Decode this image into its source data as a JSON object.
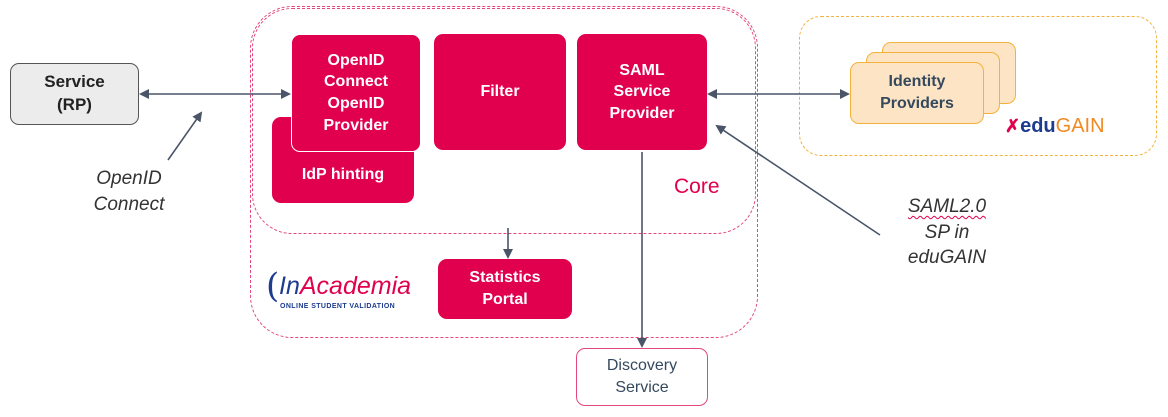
{
  "service": {
    "label": "Service\n(RP)"
  },
  "openid_connect_label": "OpenID\nConnect",
  "components": {
    "openid_provider": "OpenID\nConnect\nOpenID\nProvider",
    "idp_hinting": "IdP hinting",
    "filter": "Filter",
    "saml_sp": "SAML\nService\nProvider",
    "statistics_portal": "Statistics\nPortal"
  },
  "core_label": "Core",
  "identity_providers": "Identity\nProviders",
  "edugain_logo": {
    "prefix": "edu",
    "suffix": "GAIN"
  },
  "saml_label": {
    "line1": "SAML2.0",
    "line2": "SP in",
    "line3": "eduGAIN"
  },
  "discovery_service": "Discovery\nService",
  "inacademia_logo": {
    "paren": "(",
    "in": "In",
    "academia": "Academia",
    "tagline": "ONLINE STUDENT VALIDATION"
  },
  "colors": {
    "accent": "#e0004d",
    "core_border": "#e3477e",
    "edugain_border": "#f4b23c",
    "idp_fill": "#fde4c4",
    "arrow": "#4a5568"
  }
}
